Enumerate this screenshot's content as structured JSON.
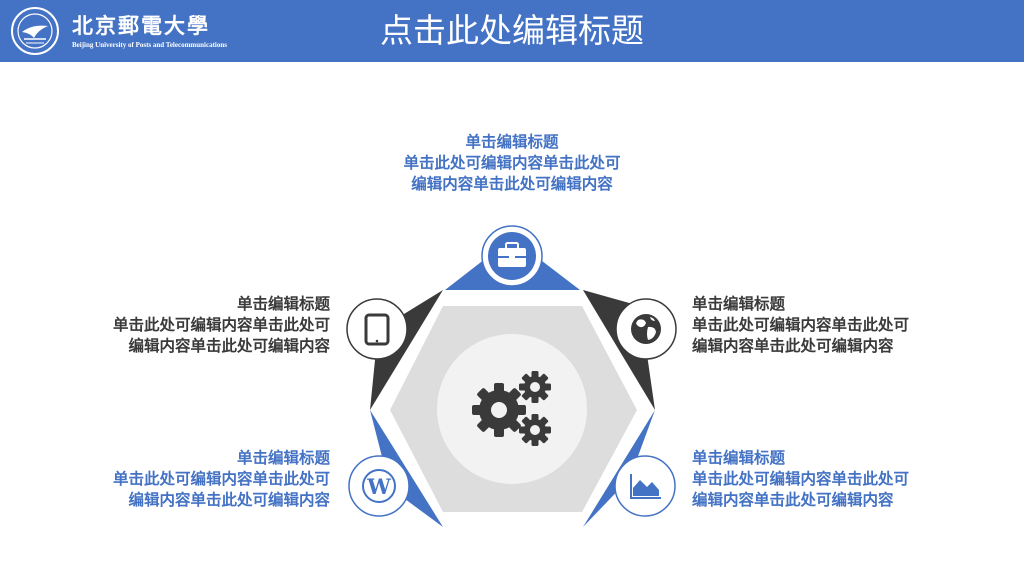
{
  "header": {
    "logo_cn": "北京郵電大學",
    "logo_en": "Beijing University of Posts and Telecommunications",
    "title": "点击此处编辑标题"
  },
  "colors": {
    "accent": "#4472c4",
    "dark": "#3a3a3a",
    "hexagon": "#dddddd",
    "center": "#f2f2f2",
    "gear": "#3a3a3a"
  },
  "center": {
    "icon": "gears-icon"
  },
  "items": [
    {
      "position": "top",
      "icon": "briefcase-icon",
      "title": "单击编辑标题",
      "body": "单击此处可编辑内容单击此处可编辑内容单击此处可编辑内容"
    },
    {
      "position": "left",
      "icon": "tablet-icon",
      "title": "单击编辑标题",
      "body": "单击此处可编辑内容单击此处可编辑内容单击此处可编辑内容"
    },
    {
      "position": "right",
      "icon": "globe-icon",
      "title": "单击编辑标题",
      "body": "单击此处可编辑内容单击此处可编辑内容单击此处可编辑内容"
    },
    {
      "position": "bottom-left",
      "icon": "wordpress-icon",
      "title": "单击编辑标题",
      "body": "单击此处可编辑内容单击此处可编辑内容单击此处可编辑内容"
    },
    {
      "position": "bottom-right",
      "icon": "area-chart-icon",
      "title": "单击编辑标题",
      "body": "单击此处可编辑内容单击此处可编辑内容单击此处可编辑内容"
    }
  ]
}
